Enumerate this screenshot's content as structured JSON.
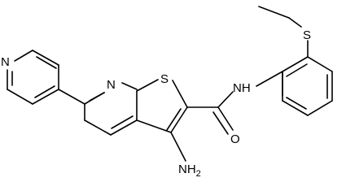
{
  "structure": {
    "type": "skeletal-formula",
    "atom_labels": {
      "pyridine_n": "N",
      "ring_n": "N",
      "thiophene_s": "S",
      "thioether_s": "S",
      "amide_nh": "NH",
      "carbonyl_o": "O",
      "amino": "NH",
      "amino_sub": "2"
    },
    "colors": {
      "bond": "#000000",
      "label": "#000000",
      "background": "#ffffff"
    }
  }
}
